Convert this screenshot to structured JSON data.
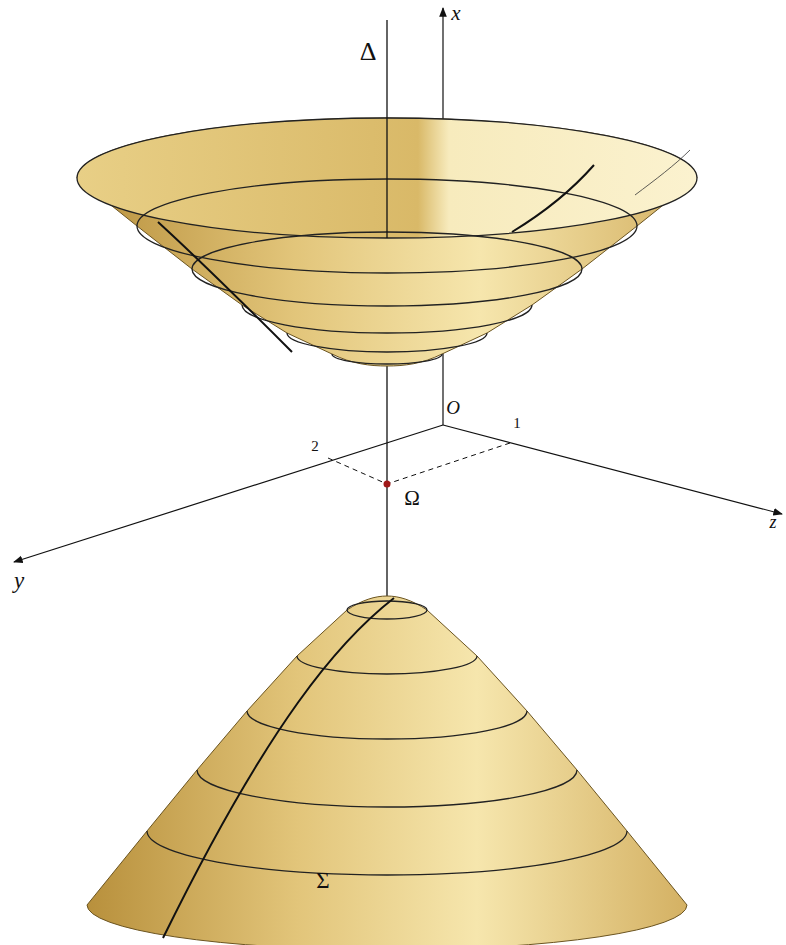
{
  "diagram": {
    "labels": [
      "Δ",
      "x",
      "O",
      "1",
      "2",
      "Ω",
      "y",
      "z",
      "Σ"
    ]
  }
}
